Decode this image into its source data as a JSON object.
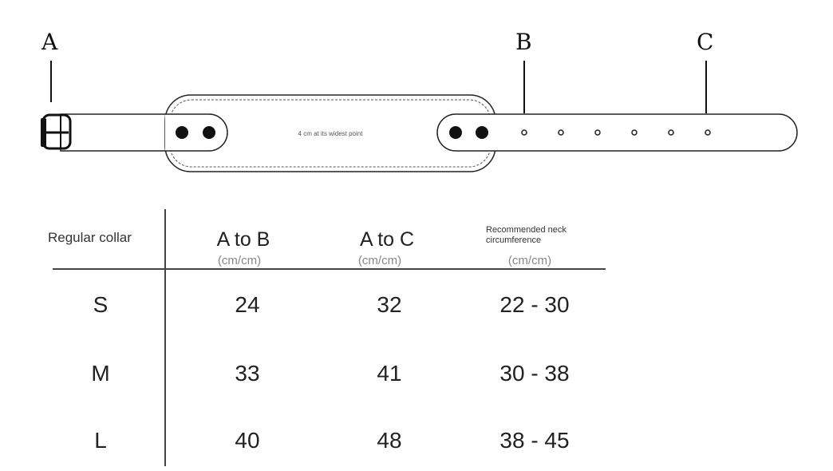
{
  "diagram": {
    "label_a": "A",
    "label_b": "B",
    "label_c": "C",
    "pad_note": "4 cm at its widest point"
  },
  "table": {
    "row_header": "Regular collar",
    "columns": [
      {
        "title": "A to B",
        "unit": "(cm/cm)"
      },
      {
        "title": "A to C",
        "unit": "(cm/cm)"
      },
      {
        "title": "Recommended neck circumference",
        "unit": "(cm/cm)"
      }
    ],
    "rows": [
      {
        "size": "S",
        "a_to_b": "24",
        "a_to_c": "32",
        "neck": "22 - 30"
      },
      {
        "size": "M",
        "a_to_b": "33",
        "a_to_c": "41",
        "neck": "30 - 38"
      },
      {
        "size": "L",
        "a_to_b": "40",
        "a_to_c": "48",
        "neck": "38 - 45"
      }
    ]
  }
}
